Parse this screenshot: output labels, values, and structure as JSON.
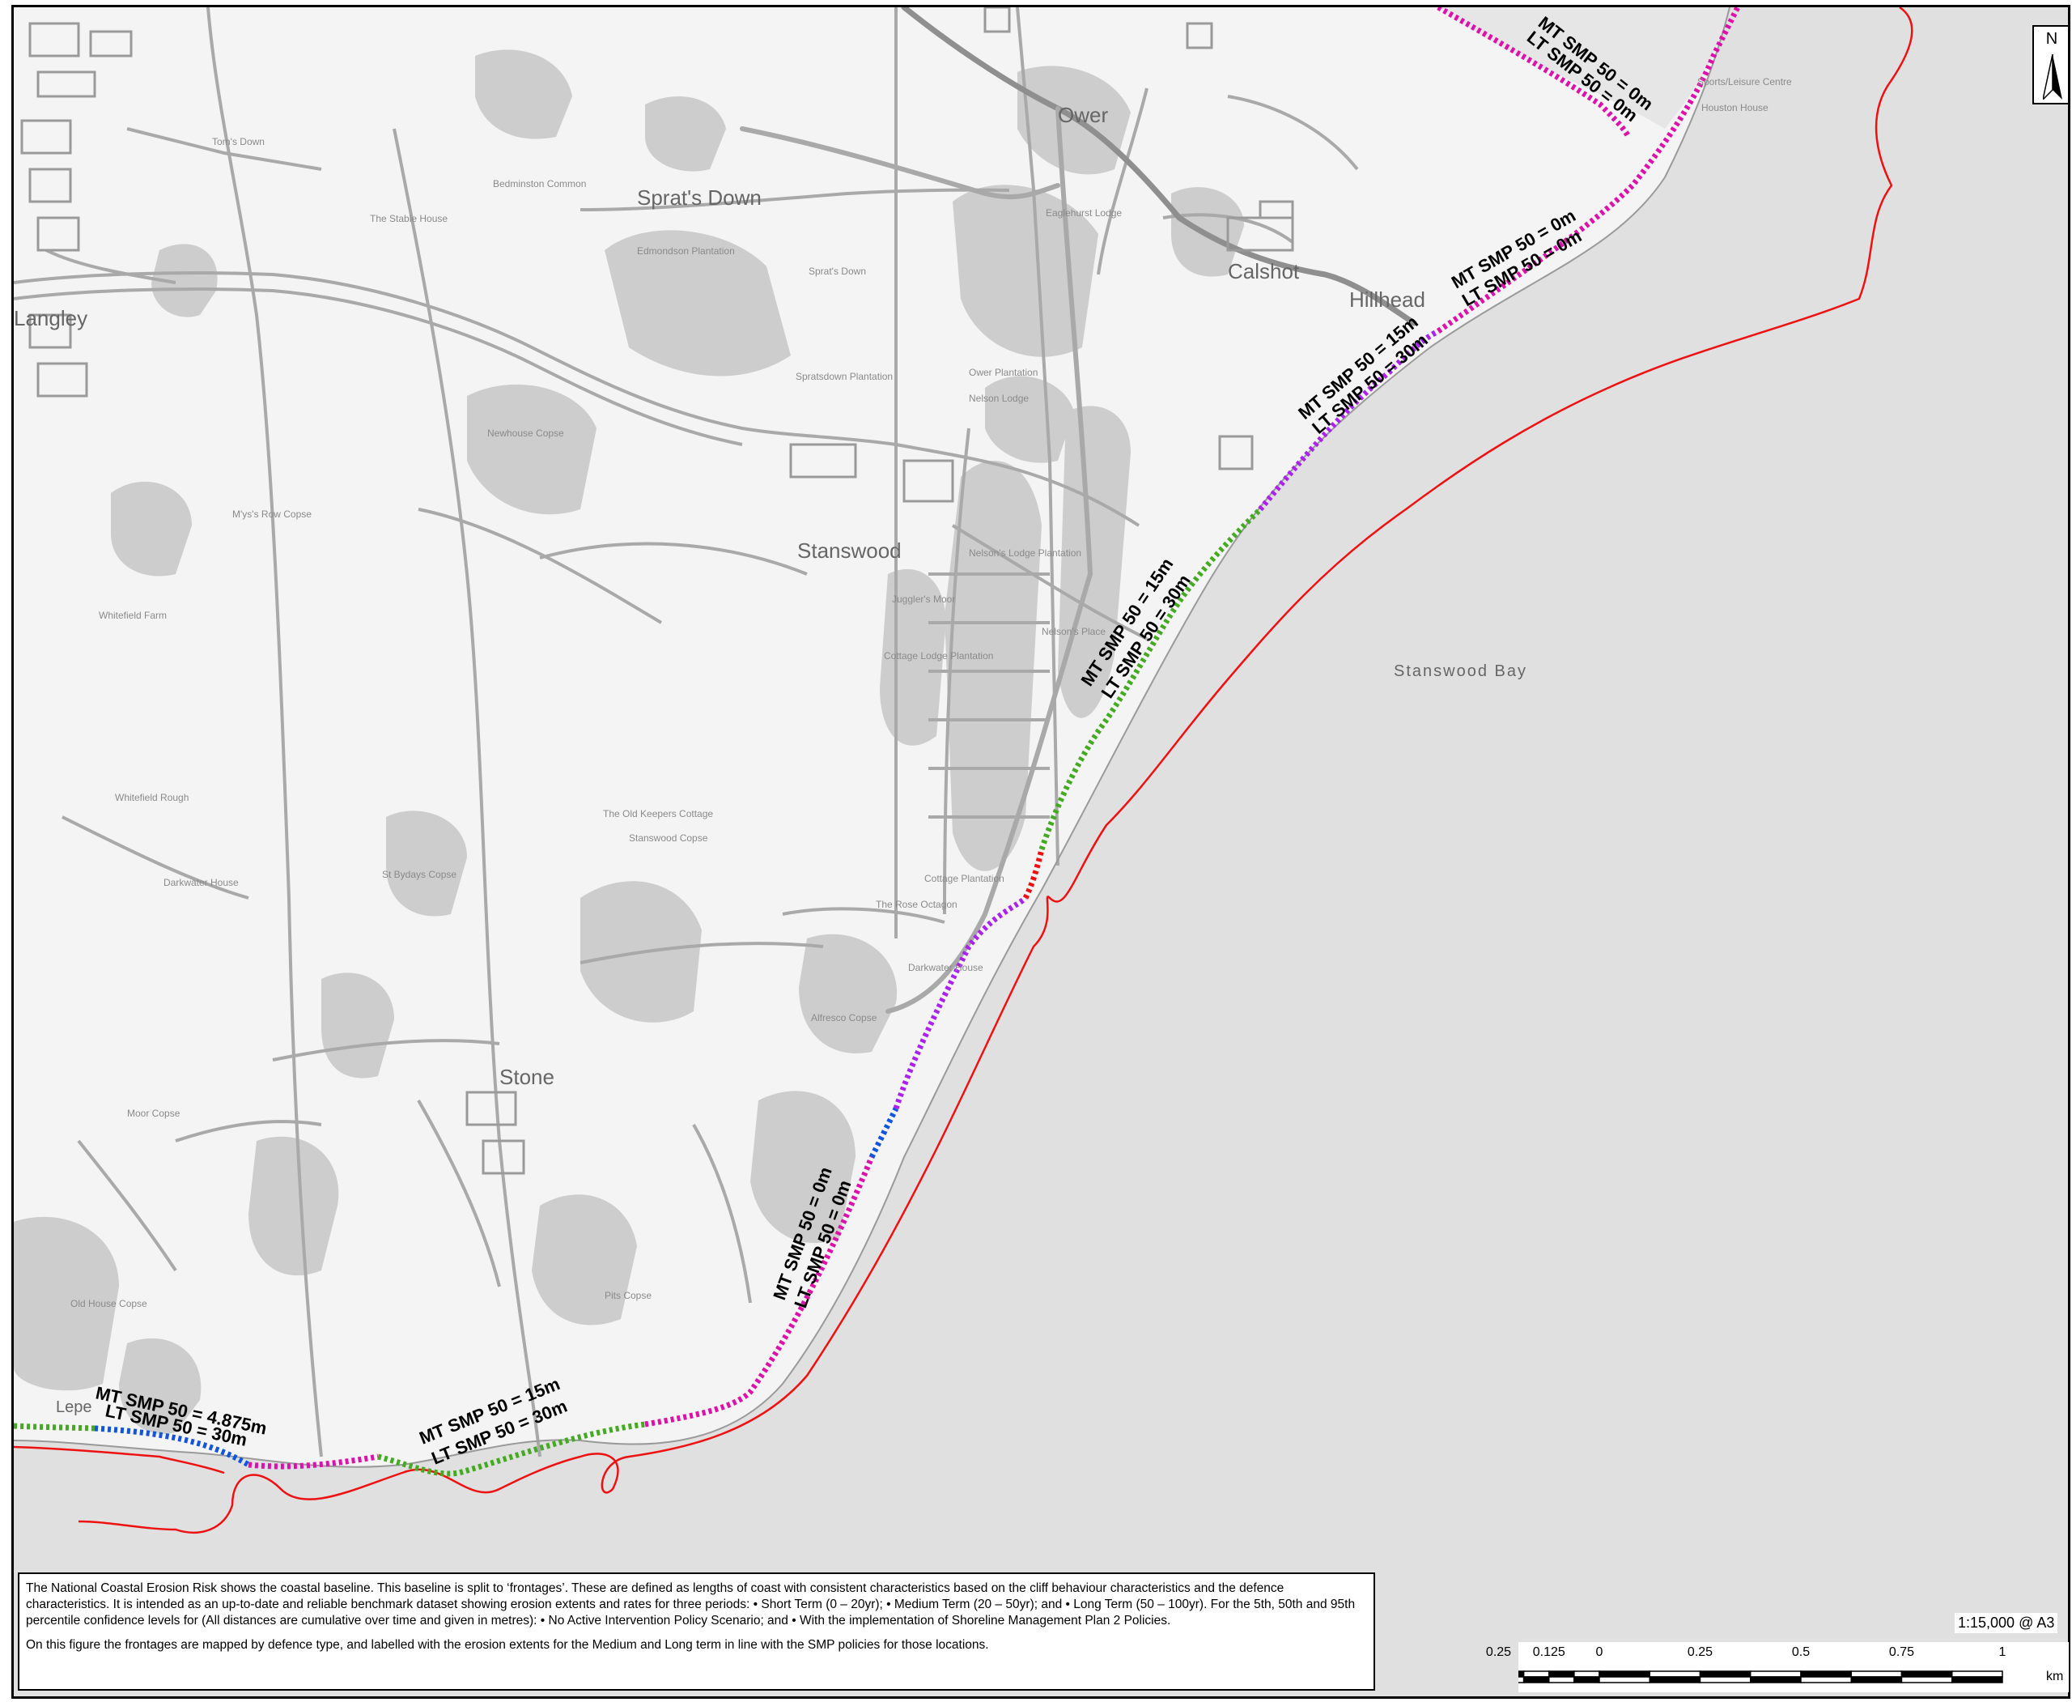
{
  "map": {
    "places": {
      "ower": "Ower",
      "toms_down": "Tom's Down",
      "bedminston_common": "Bedminston Common",
      "sprats_down": "Sprat's Down",
      "sprats_down_small": "Sprat's Down",
      "the_stable_house": "The Stable House",
      "edmondson_plantation": "Edmondson Plantation",
      "eaglehurst_lodge": "Eaglehurst Lodge",
      "calshot": "Calshot",
      "hillhead": "Hillhead",
      "langley": "Langley",
      "spratsdown_plantation": "Spratsdown Plantation",
      "ower_plantation": "Ower Plantation",
      "nelson_lodge": "Nelson Lodge",
      "newhouse_copse": "Newhouse Copse",
      "m_ys_row_copse": "M'ys's Row Copse",
      "stanswood": "Stanswood",
      "nelsons_lodge_plantation": "Nelson's Lodge Plantation",
      "jugglers_moor": "Juggler's Moor",
      "nelsons_place": "Nelson's Place",
      "whitefield_farm": "Whitefield Farm",
      "cottage_lodge_plantation": "Cottage Lodge Plantation",
      "stanswood_bay": "Stanswood Bay",
      "whitefield_rough": "Whitefield Rough",
      "the_old_keepers_cottage": "The Old Keepers Cottage",
      "stanswood_copse": "Stanswood Copse",
      "st_bydays_copse": "St Bydays Copse",
      "darkwater_house": "Darkwater House",
      "cottage_plantation": "Cottage Plantation",
      "the_rose_octagon": "The Rose Octagon",
      "stone": "Stone",
      "alfresco_copse": "Alfresco Copse",
      "moor_copse": "Moor Copse",
      "pits_copse": "Pits Copse",
      "lepe": "Lepe",
      "old_house_copse": "Old House Copse",
      "houston_house": "Houston House",
      "sports_leisure_centre": "Sports/Leisure Centre",
      "darkwater_house_2": "Darkwater House"
    },
    "labels": {
      "seg1_mt": "MT SMP 50 = 4.875m",
      "seg1_lt": "LT SMP 50 = 30m",
      "seg2_mt": "MT SMP 50 = 15m",
      "seg2_lt": "LT SMP 50 = 30m",
      "seg3_mt": "MT SMP 50 = 0m",
      "seg3_lt": "LT SMP 50 = 0m",
      "seg4_mt": "MT SMP 50 = 15m",
      "seg4_lt": "LT SMP 50 = 30m",
      "seg5_mt": "MT SMP 50 = 15m",
      "seg5_lt": "LT SMP 50 = 30m",
      "seg6_mt": "MT SMP 50 = 0m",
      "seg6_lt": "LT SMP 50 = 0m",
      "seg7_mt": "MT SMP 50 = 0m",
      "seg7_lt": "LT SMP 50 = 0m"
    },
    "colors": {
      "land": "#f4f4f4",
      "woodland": "#cdcdcd",
      "sea": "#e0e0e0",
      "road": "#a9a9a9",
      "major_road": "#8f8f8f",
      "baseline": "#ee1111",
      "green_frontage": "#44aa22",
      "magenta_frontage": "#dd11aa",
      "purple_frontage": "#aa22ee",
      "blue_frontage": "#1155dd",
      "red_frontage": "#ee1111"
    }
  },
  "north_arrow": {
    "label": "N"
  },
  "info": {
    "paragraph1": "The National Coastal Erosion Risk shows the coastal baseline. This baseline is split to ‘frontages’. These are defined as lengths of coast with consistent characteristics based on the cliff behaviour characteristics and the defence characteristics. It is intended as an up-to-date and reliable benchmark dataset showing erosion extents and rates for three periods: • Short Term (0 – 20yr); • Medium Term (20 – 50yr); and • Long Term (50 – 100yr). For the 5th, 50th and 95th percentile confidence levels for (All distances are cumulative over time and given in metres): • No Active Intervention Policy Scenario; and • With the implementation of Shoreline Management Plan 2 Policies.",
    "paragraph2": "On this figure the frontages are mapped by defence type, and labelled with the erosion extents for the Medium and Long term in line with the SMP policies for those locations."
  },
  "scale": {
    "ratio": "1:15,000 @ A3",
    "unit": "km",
    "ticks": [
      {
        "label": "0.25",
        "km": -0.25
      },
      {
        "label": "0.125",
        "km": -0.125
      },
      {
        "label": "0",
        "km": 0
      },
      {
        "label": "0.25",
        "km": 0.25
      },
      {
        "label": "0.5",
        "km": 0.5
      },
      {
        "label": "0.75",
        "km": 0.75
      },
      {
        "label": "1",
        "km": 1
      }
    ]
  }
}
